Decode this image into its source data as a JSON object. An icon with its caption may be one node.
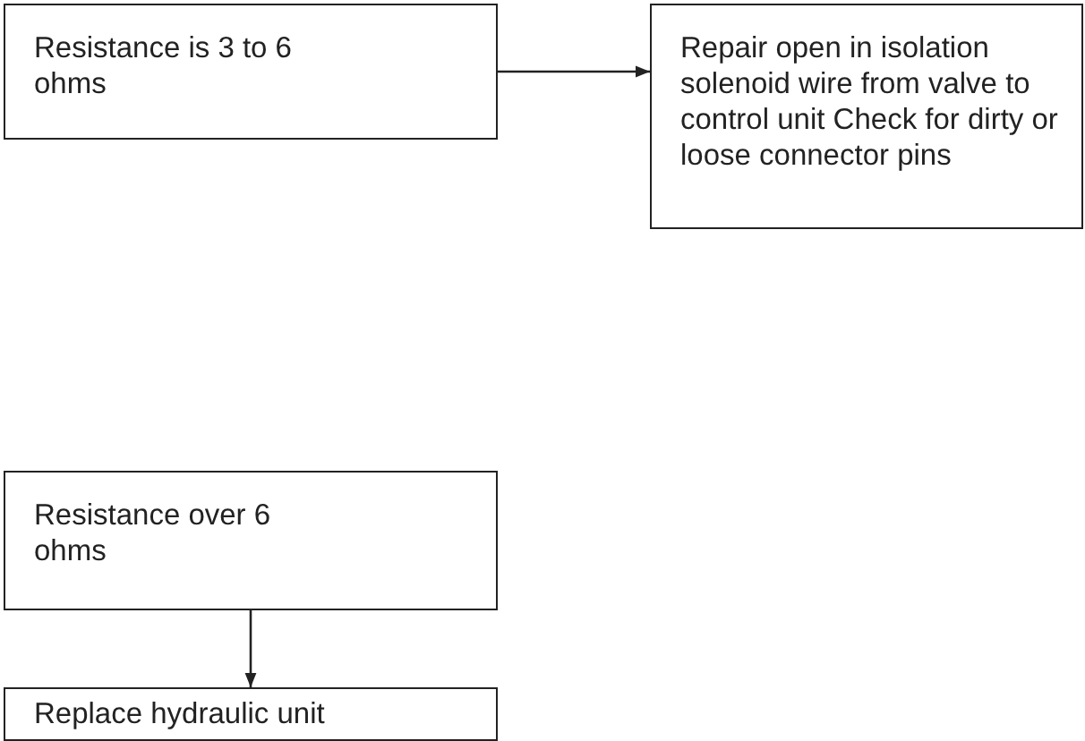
{
  "diagram": {
    "nodes": [
      {
        "text": [
          "Resistance is 3 to 6 ohms"
        ]
      },
      {
        "text": [
          "Repair open in isolation solenoid wire from valve to control unit Check for dirty or loose connector pins"
        ]
      },
      {
        "text": [
          "Resistance over 6 ohms"
        ]
      },
      {
        "text": [
          "Replace hydraulic unit"
        ]
      }
    ],
    "edges": [
      {
        "from": 0,
        "to": 1,
        "arrow": "to"
      },
      {
        "from": 2,
        "to": 3,
        "arrow": "to"
      }
    ]
  }
}
